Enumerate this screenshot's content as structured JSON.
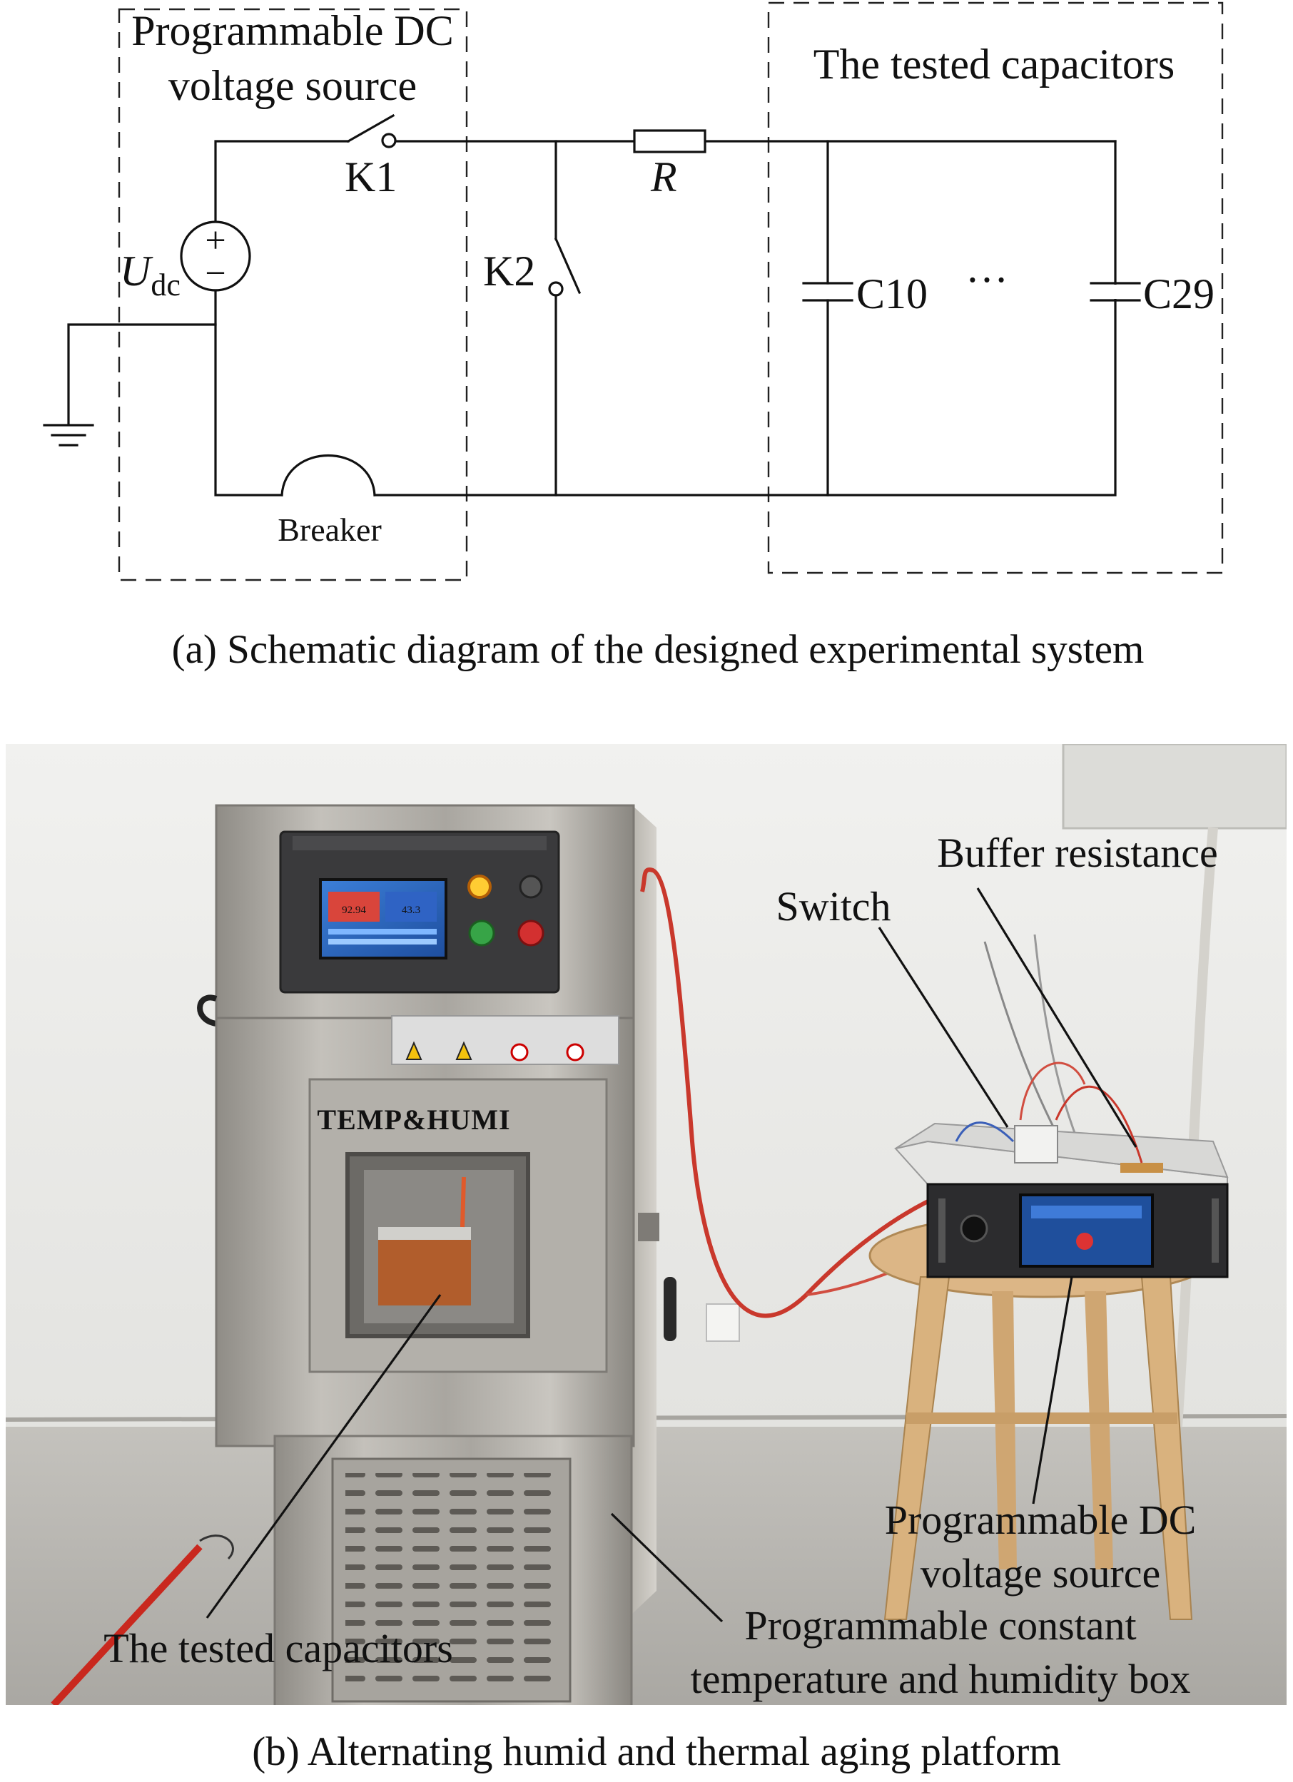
{
  "schematic": {
    "source_box_title": [
      "Programmable DC",
      "voltage source"
    ],
    "capacitor_box_title": "The tested capacitors",
    "switch_k1": "K1",
    "switch_k2": "K2",
    "resistor": "R",
    "voltage_symbol": "U",
    "voltage_subscript": "dc",
    "plus": "+",
    "minus": "−",
    "capacitor_first": "C10",
    "capacitor_last": "C29",
    "ellipsis": "…",
    "breaker": "Breaker",
    "caption": "(a) Schematic diagram of the designed experimental system"
  },
  "photo": {
    "chamber_window_label": "TEMP&HUMI",
    "annotations": {
      "buffer_resistance": "Buffer resistance",
      "switch": "Switch",
      "dc_source": [
        "Programmable DC",
        "voltage source"
      ],
      "chamber": [
        "Programmable constant",
        "temperature and humidity box"
      ],
      "capacitors": "The tested capacitors"
    },
    "display_left": "92.94",
    "display_right": "43.3",
    "caption": "(b) Alternating humid and thermal aging platform"
  },
  "colors": {
    "wall": "#ebebe8",
    "floor": "#b9b7b2",
    "steel": "#a6a39d",
    "cable": "#c9382c",
    "wood": "#d9b27e"
  }
}
